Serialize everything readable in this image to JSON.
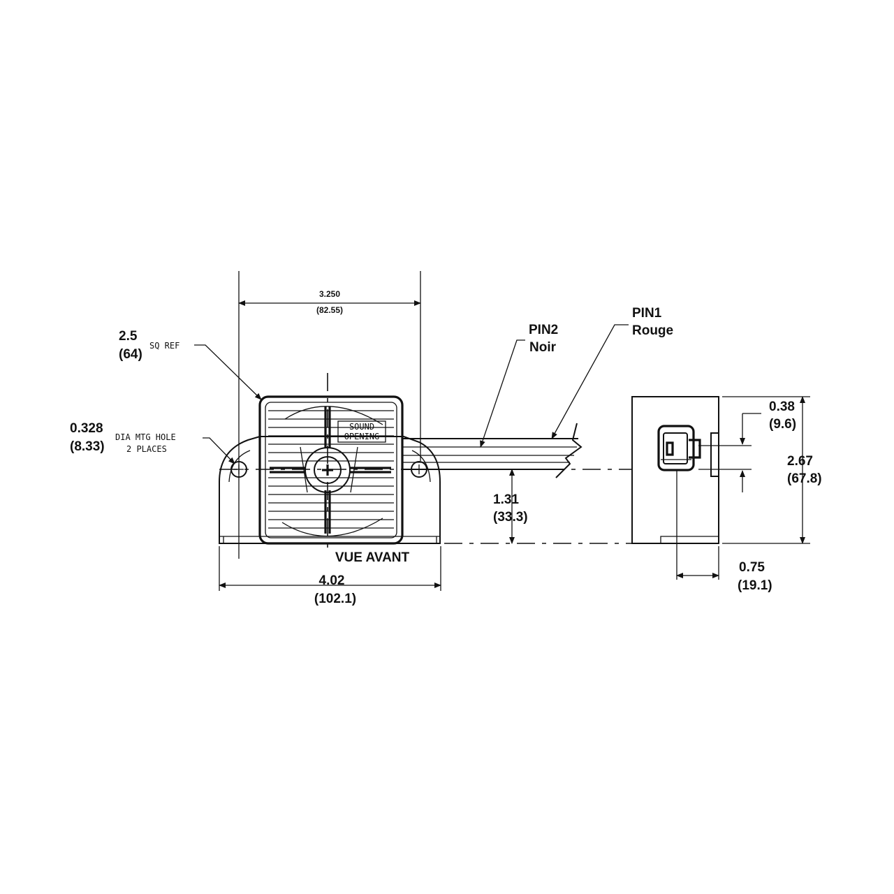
{
  "colors": {
    "line": "#111111",
    "background": "#ffffff"
  },
  "front_view": {
    "caption": "VUE AVANT",
    "sound_label_line1": "SOUND",
    "sound_label_line2": "OPENING"
  },
  "dimensions": {
    "hole_spacing": {
      "in": "3.250",
      "mm": "(82.55)"
    },
    "square": {
      "in": "2.5",
      "mm": "(64)",
      "note": "SQ REF"
    },
    "mounting_hole": {
      "in": "0.328",
      "mm": "(8.33)",
      "note1": "DIA MTG HOLE",
      "note2": "2 PLACES"
    },
    "overall_width": {
      "in": "4.02",
      "mm": "(102.1)"
    },
    "center_height": {
      "in": "1.31",
      "mm": "(33.3)"
    },
    "total_height": {
      "in": "2.67",
      "mm": "(67.8)"
    },
    "connector_height": {
      "in": "0.38",
      "mm": "(9.6)"
    },
    "connector_offset": {
      "in": "0.75",
      "mm": "(19.1)"
    }
  },
  "wires": {
    "pin2": {
      "name": "PIN2",
      "color": "Noir"
    },
    "pin1": {
      "name": "PIN1",
      "color": "Rouge"
    }
  }
}
